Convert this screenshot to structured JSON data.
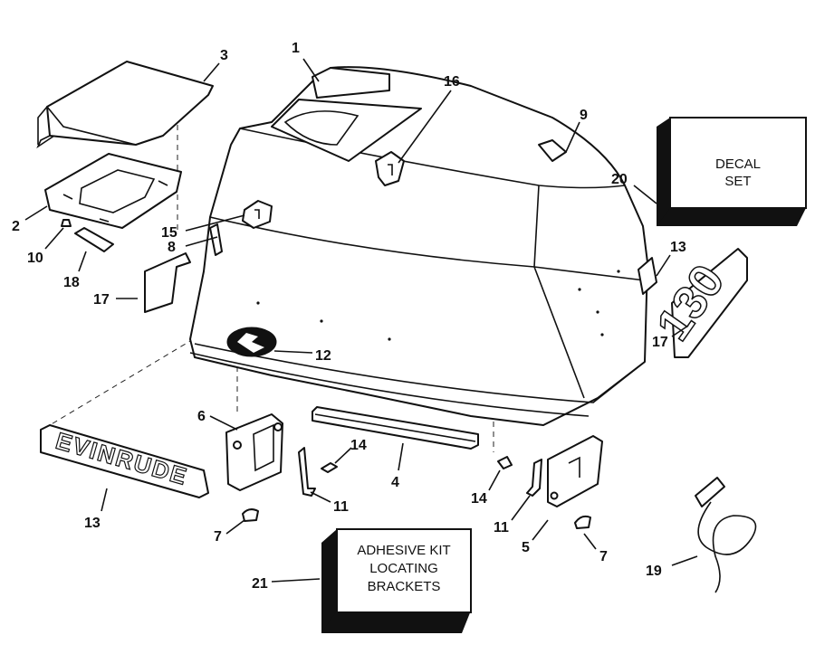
{
  "callouts": {
    "c1": "1",
    "c2": "2",
    "c3": "3",
    "c4": "4",
    "c5": "5",
    "c6": "6",
    "c7a": "7",
    "c7b": "7",
    "c8": "8",
    "c9": "9",
    "c10": "10",
    "c11a": "11",
    "c11b": "11",
    "c12": "12",
    "c13a": "13",
    "c13b": "13",
    "c14a": "14",
    "c14b": "14",
    "c15": "15",
    "c16": "16",
    "c17a": "17",
    "c17b": "17",
    "c18": "18",
    "c19": "19",
    "c20": "20",
    "c21": "21"
  },
  "decal_box": {
    "line1": "DECAL",
    "line2": "SET"
  },
  "adhesive_box": {
    "line1": "ADHESIVE KIT",
    "line2": "LOCATING",
    "line3": "BRACKETS"
  },
  "name_plate": {
    "text": "EVINRUDE"
  },
  "model_badge": {
    "text": "130"
  }
}
